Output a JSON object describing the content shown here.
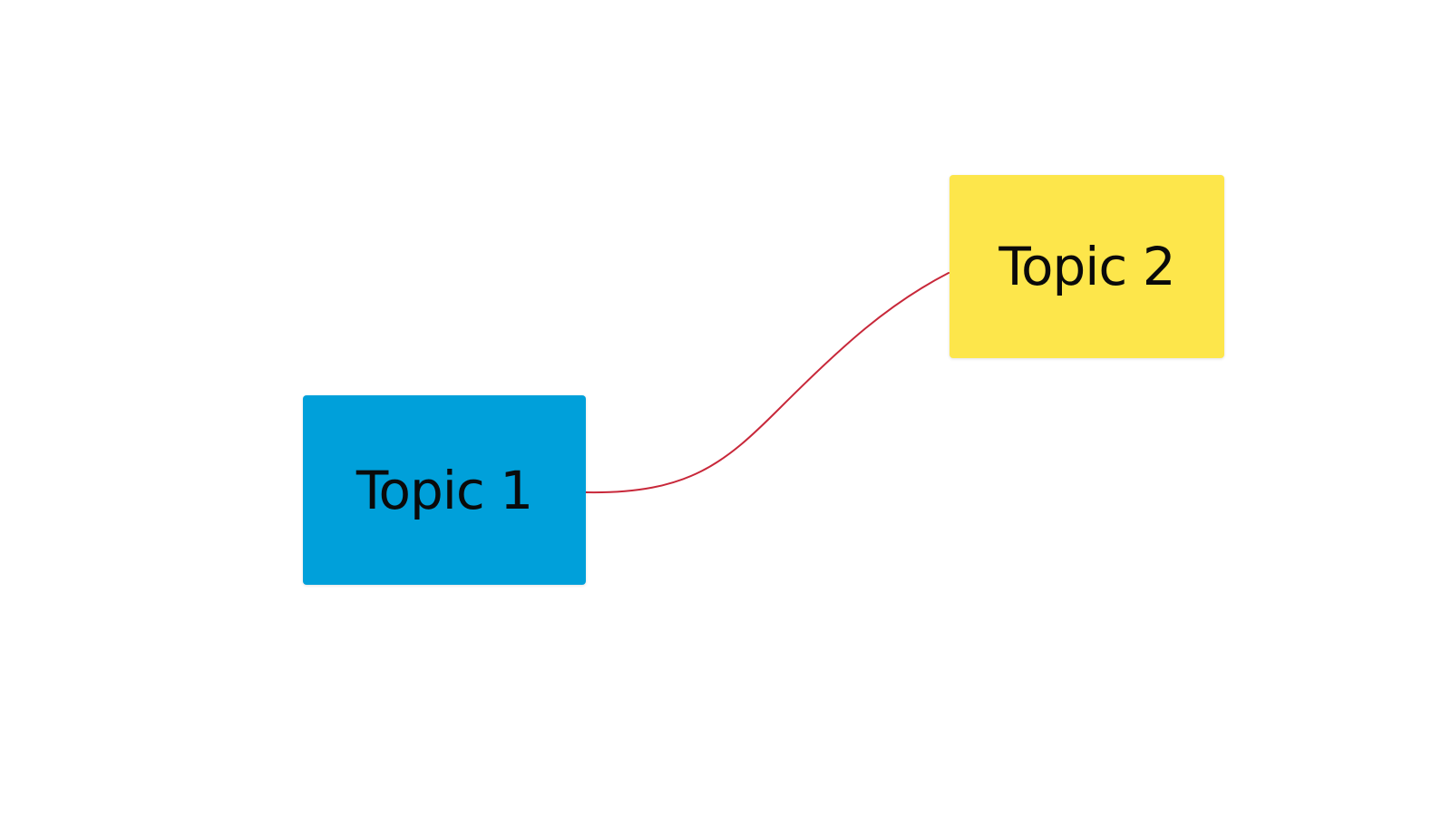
{
  "diagram": {
    "background": "#ffffff",
    "nodes": [
      {
        "id": "topic-1",
        "label": "Topic 1",
        "fill": "#00a0da",
        "text_color": "#0a0a0a"
      },
      {
        "id": "topic-2",
        "label": "Topic 2",
        "fill": "#fde64b",
        "text_color": "#0a0a0a"
      }
    ],
    "edges": [
      {
        "from": "topic-1",
        "to": "topic-2",
        "color": "#c8283a",
        "style": "curved"
      }
    ]
  }
}
